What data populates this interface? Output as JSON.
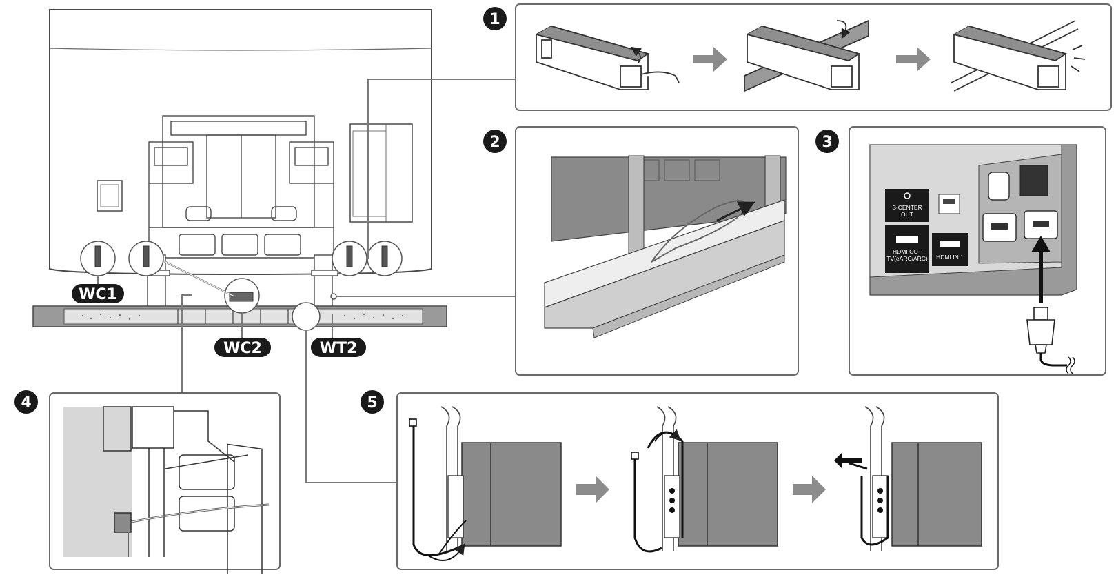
{
  "labels": {
    "wc1": "WC1",
    "wc2": "WC2",
    "wt2": "WT2"
  },
  "steps": {
    "s1": "1",
    "s2": "2",
    "s3": "3",
    "s4": "4",
    "s5": "5"
  },
  "ports": {
    "s_center_line1": "S-CENTER",
    "s_center_line2": "OUT",
    "hdmi_out_line1": "HDMI OUT",
    "hdmi_out_line2": "TV(eARC/ARC)",
    "hdmi_in": "HDMI IN 1"
  },
  "colors": {
    "outline": "#4a4a4a",
    "panel_border": "#6b6b6b",
    "gray_fill": "#9a9a9a",
    "light_fill": "#d9d9d9",
    "arrow": "#8c8c8c",
    "badge": "#1a1a1a"
  }
}
